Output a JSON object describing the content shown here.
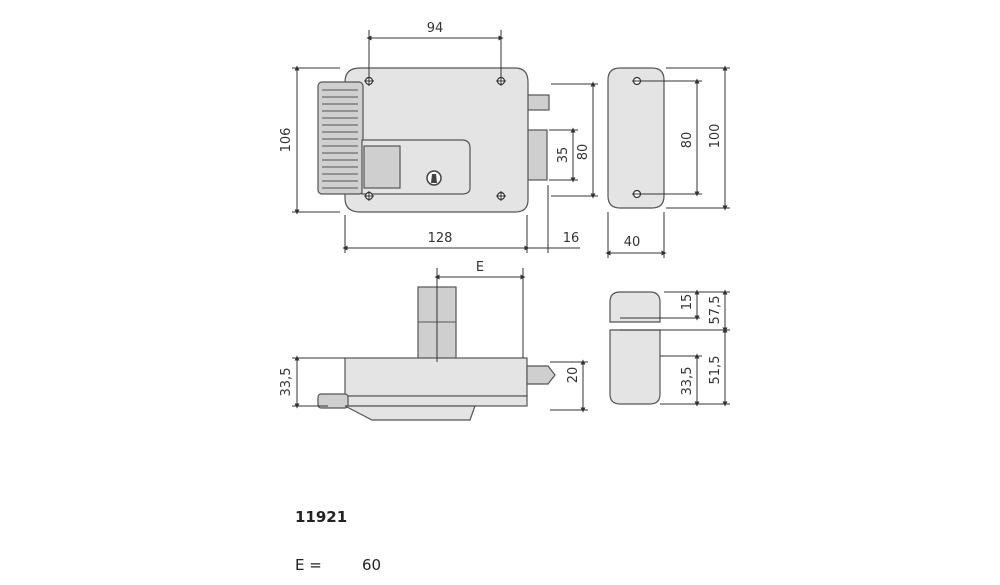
{
  "dims": {
    "d94": "94",
    "d106": "106",
    "d35": "35",
    "d80a": "80",
    "d80b": "80",
    "d100": "100",
    "d128": "128",
    "d16": "16",
    "d40": "40",
    "dE": "E",
    "d20": "20",
    "d335a": "33,5",
    "d15": "15",
    "d575": "57,5",
    "d335b": "33,5",
    "d515": "51,5"
  },
  "model": "11921",
  "e_label": "E =",
  "e_value": "60"
}
